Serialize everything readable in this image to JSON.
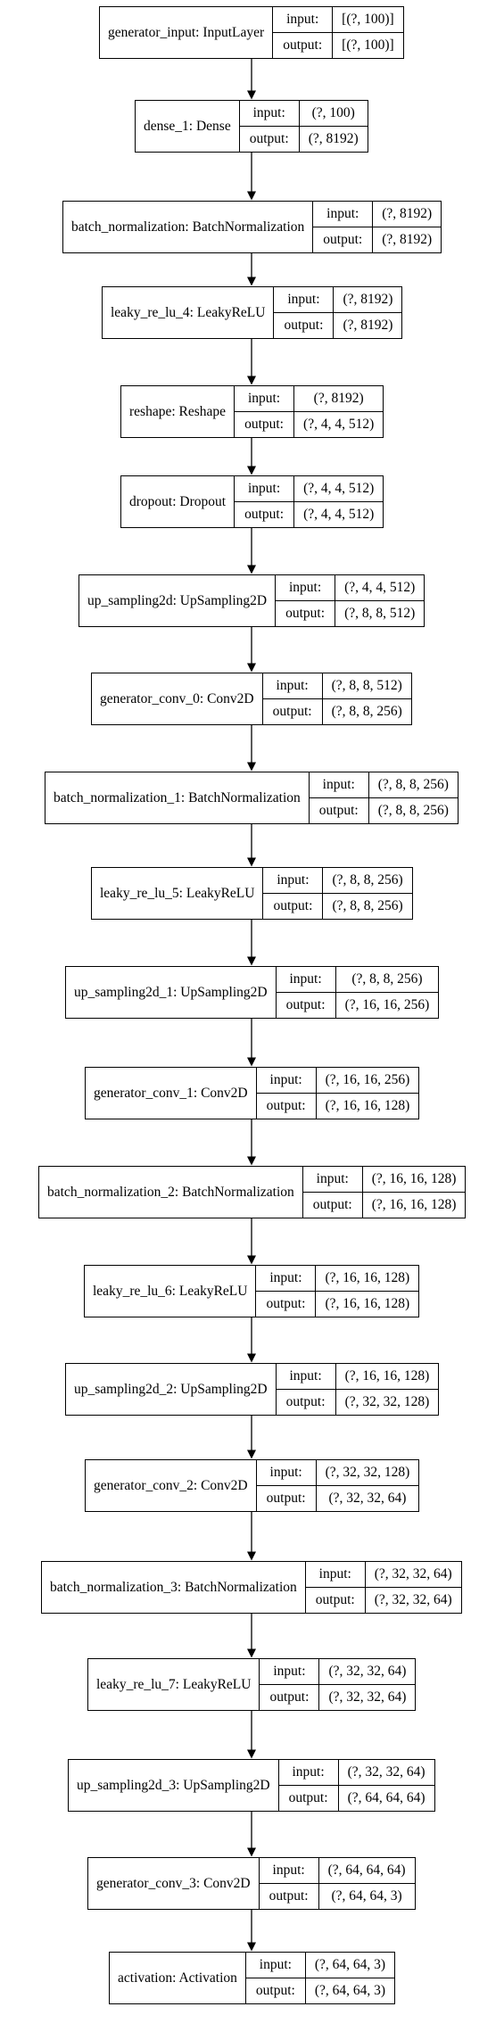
{
  "labels": {
    "input": "input:",
    "output": "output:"
  },
  "layers": [
    {
      "name": "generator_input: InputLayer",
      "input": "[(?, 100)]",
      "output": "[(?, 100)]"
    },
    {
      "name": "dense_1: Dense",
      "input": "(?, 100)",
      "output": "(?, 8192)"
    },
    {
      "name": "batch_normalization: BatchNormalization",
      "input": "(?, 8192)",
      "output": "(?, 8192)"
    },
    {
      "name": "leaky_re_lu_4: LeakyReLU",
      "input": "(?, 8192)",
      "output": "(?, 8192)"
    },
    {
      "name": "reshape: Reshape",
      "input": "(?, 8192)",
      "output": "(?, 4, 4, 512)"
    },
    {
      "name": "dropout: Dropout",
      "input": "(?, 4, 4, 512)",
      "output": "(?, 4, 4, 512)"
    },
    {
      "name": "up_sampling2d: UpSampling2D",
      "input": "(?, 4, 4, 512)",
      "output": "(?, 8, 8, 512)"
    },
    {
      "name": "generator_conv_0: Conv2D",
      "input": "(?, 8, 8, 512)",
      "output": "(?, 8, 8, 256)"
    },
    {
      "name": "batch_normalization_1: BatchNormalization",
      "input": "(?, 8, 8, 256)",
      "output": "(?, 8, 8, 256)"
    },
    {
      "name": "leaky_re_lu_5: LeakyReLU",
      "input": "(?, 8, 8, 256)",
      "output": "(?, 8, 8, 256)"
    },
    {
      "name": "up_sampling2d_1: UpSampling2D",
      "input": "(?, 8, 8, 256)",
      "output": "(?, 16, 16, 256)"
    },
    {
      "name": "generator_conv_1: Conv2D",
      "input": "(?, 16, 16, 256)",
      "output": "(?, 16, 16, 128)"
    },
    {
      "name": "batch_normalization_2: BatchNormalization",
      "input": "(?, 16, 16, 128)",
      "output": "(?, 16, 16, 128)"
    },
    {
      "name": "leaky_re_lu_6: LeakyReLU",
      "input": "(?, 16, 16, 128)",
      "output": "(?, 16, 16, 128)"
    },
    {
      "name": "up_sampling2d_2: UpSampling2D",
      "input": "(?, 16, 16, 128)",
      "output": "(?, 32, 32, 128)"
    },
    {
      "name": "generator_conv_2: Conv2D",
      "input": "(?, 32, 32, 128)",
      "output": "(?, 32, 32, 64)"
    },
    {
      "name": "batch_normalization_3: BatchNormalization",
      "input": "(?, 32, 32, 64)",
      "output": "(?, 32, 32, 64)"
    },
    {
      "name": "leaky_re_lu_7: LeakyReLU",
      "input": "(?, 32, 32, 64)",
      "output": "(?, 32, 32, 64)"
    },
    {
      "name": "up_sampling2d_3: UpSampling2D",
      "input": "(?, 32, 32, 64)",
      "output": "(?, 64, 64, 64)"
    },
    {
      "name": "generator_conv_3: Conv2D",
      "input": "(?, 64, 64, 64)",
      "output": "(?, 64, 64, 3)"
    },
    {
      "name": "activation: Activation",
      "input": "(?, 64, 64, 3)",
      "output": "(?, 64, 64, 3)"
    }
  ]
}
